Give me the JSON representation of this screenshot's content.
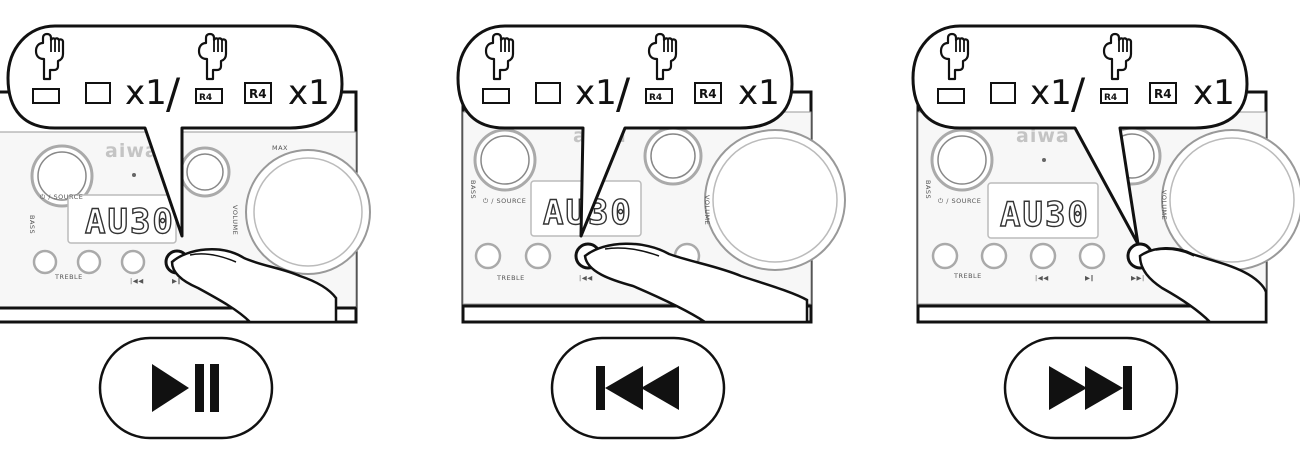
{
  "brand": "aiwa",
  "display_text": "AU30",
  "panel_labels": {
    "source": "⏻ / SOURCE",
    "bass": "BASS",
    "treble": "TREBLE",
    "volume": "VOLUME",
    "max": "MAX"
  },
  "callout": {
    "unit_key_label": "",
    "remote_key_label": "R4",
    "count_label": "x1",
    "separator": "/"
  },
  "steps": [
    {
      "id": "play-pause",
      "function_icon": "play-pause-icon",
      "button_glyph": "▶‖",
      "pressed_button": "play-pause-button"
    },
    {
      "id": "previous",
      "function_icon": "skip-previous-icon",
      "button_glyph": "|◀◀",
      "pressed_button": "previous-button"
    },
    {
      "id": "next",
      "function_icon": "skip-next-icon",
      "button_glyph": "▶▶|",
      "pressed_button": "next-button"
    }
  ]
}
